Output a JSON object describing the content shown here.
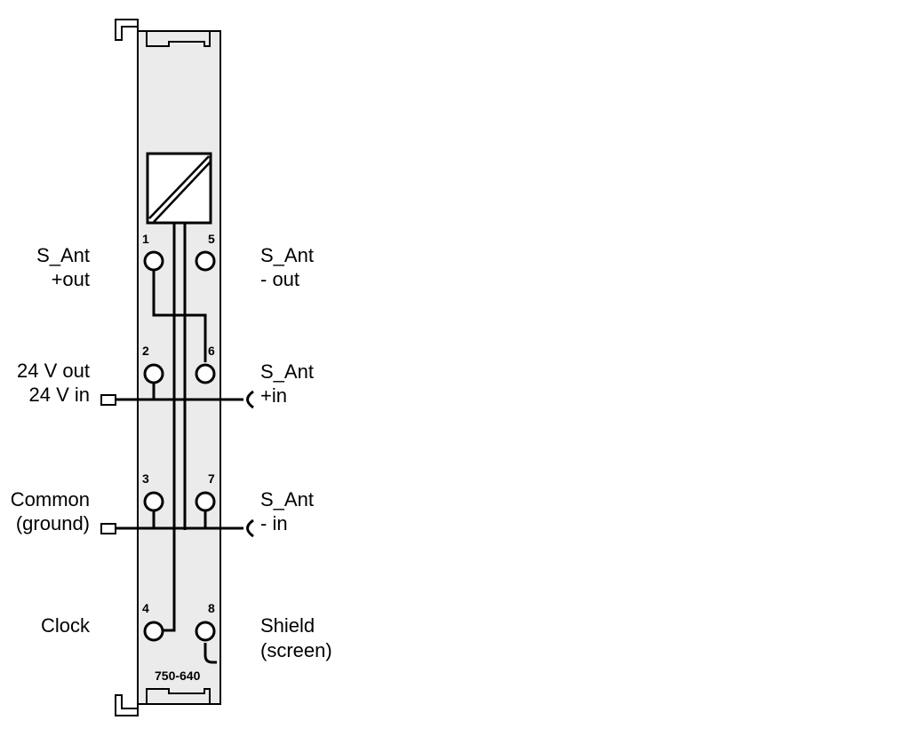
{
  "module": {
    "part_number": "750-640"
  },
  "terminals": [
    {
      "number": "1"
    },
    {
      "number": "2"
    },
    {
      "number": "3"
    },
    {
      "number": "4"
    },
    {
      "number": "5"
    },
    {
      "number": "6"
    },
    {
      "number": "7"
    },
    {
      "number": "8"
    }
  ],
  "labels_left": [
    {
      "line1": "S_Ant",
      "line2": "+out"
    },
    {
      "line1": "24 V out",
      "line2": "24 V in"
    },
    {
      "line1": "Common",
      "line2": "(ground)"
    },
    {
      "line1": "Clock",
      "line2": ""
    }
  ],
  "labels_right": [
    {
      "line1": "S_Ant",
      "line2": "- out"
    },
    {
      "line1": "S_Ant",
      "line2": "+in"
    },
    {
      "line1": "S_Ant",
      "line2": "- in"
    },
    {
      "line1": "Shield",
      "line2": "(screen)"
    }
  ],
  "colors": {
    "housing_fill": "#ebebeb",
    "line": "#000000"
  }
}
